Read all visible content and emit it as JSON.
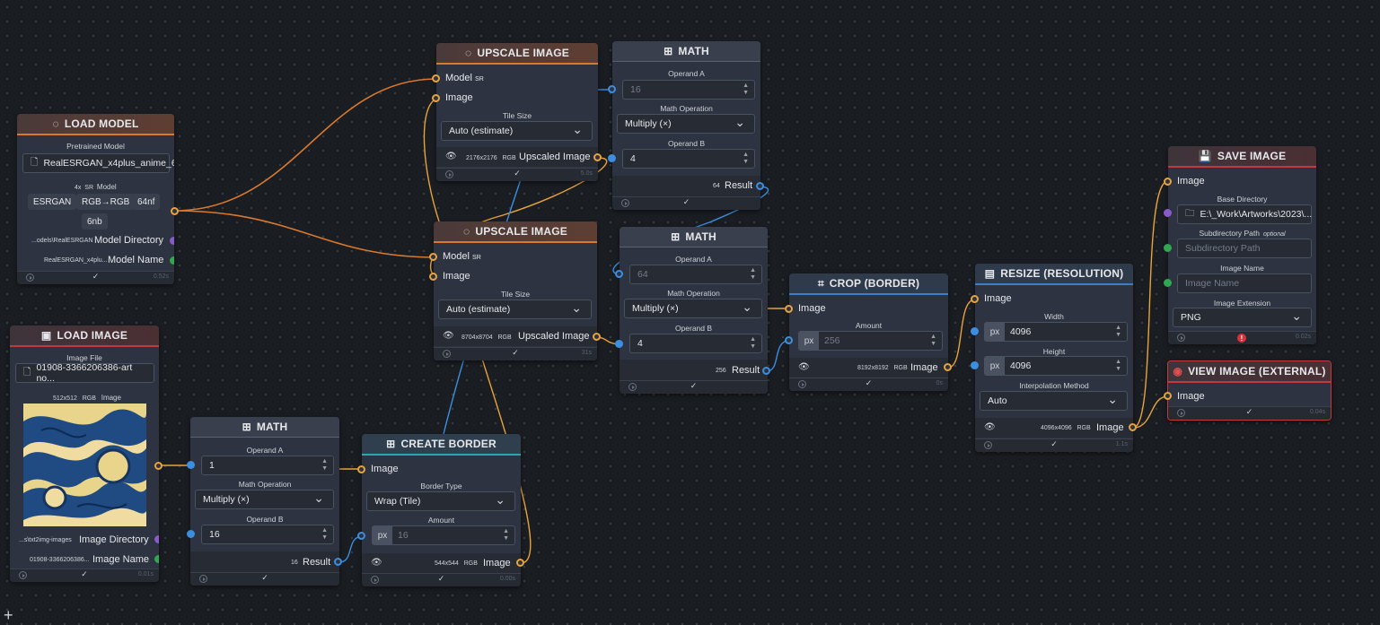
{
  "colors": {
    "accent_orange": "#d9792d",
    "accent_red": "#c03a3a",
    "accent_teal": "#2aa6b5",
    "accent_blue": "#3a7ec8",
    "edge_image": "#e8a33c",
    "edge_number": "#3c8ee0"
  },
  "load_model": {
    "title": "LOAD MODEL",
    "icon": "loading-icon",
    "pretrained_label": "Pretrained Model",
    "file": "RealESRGAN_x4plus_anime_6...",
    "scale": "4x",
    "sr": "SR",
    "model_word": "Model",
    "tag1": "ESRGAN",
    "tag2": "RGB→RGB",
    "tag3": "64nf",
    "tag4": "6nb",
    "dir_value": "...odels\\RealESRGAN",
    "dir_label": "Model Directory",
    "name_value": "RealESRGAN_x4plu...",
    "name_label": "Model Name",
    "time": "0.52s"
  },
  "load_image": {
    "title": "LOAD IMAGE",
    "file_label": "Image File",
    "file": "01908-3366206386-art no...",
    "size": "512x512",
    "mode": "RGB",
    "image_label": "Image",
    "dir_value": "...s\\txt2img-images",
    "dir_label": "Image Directory",
    "name_value": "01908-3366206386...",
    "name_label": "Image Name",
    "time": "0.01s"
  },
  "upscale1": {
    "title": "UPSCALE IMAGE",
    "model": "Model",
    "sr": "SR",
    "image": "Image",
    "tile_label": "Tile Size",
    "tile": "Auto (estimate)",
    "size": "2176x2176",
    "mode": "RGB",
    "out": "Upscaled Image",
    "time": "5.0s"
  },
  "upscale2": {
    "title": "UPSCALE IMAGE",
    "model": "Model",
    "sr": "SR",
    "image": "Image",
    "tile_label": "Tile Size",
    "tile": "Auto (estimate)",
    "size": "8704x8704",
    "mode": "RGB",
    "out": "Upscaled Image",
    "time": "31s"
  },
  "math1": {
    "title": "MATH",
    "a_label": "Operand A",
    "a": "16",
    "op_label": "Math Operation",
    "op": "Multiply (×)",
    "b_label": "Operand B",
    "b": "4",
    "res_val": "64",
    "res": "Result"
  },
  "math2": {
    "title": "MATH",
    "a_label": "Operand A",
    "a": "64",
    "op_label": "Math Operation",
    "op": "Multiply (×)",
    "b_label": "Operand B",
    "b": "4",
    "res_val": "256",
    "res": "Result"
  },
  "math3": {
    "title": "MATH",
    "a_label": "Operand A",
    "a": "1",
    "op_label": "Math Operation",
    "op": "Multiply (×)",
    "b_label": "Operand B",
    "b": "16",
    "res_val": "16",
    "res": "Result"
  },
  "create_border": {
    "title": "CREATE BORDER",
    "image": "Image",
    "type_label": "Border Type",
    "type": "Wrap (Tile)",
    "amount_label": "Amount",
    "unit": "px",
    "amount": "16",
    "size": "544x544",
    "mode": "RGB",
    "out": "Image",
    "time": "0.00s"
  },
  "crop_border": {
    "title": "CROP (BORDER)",
    "image": "Image",
    "amount_label": "Amount",
    "unit": "px",
    "amount": "256",
    "size": "8192x8192",
    "mode": "RGB",
    "out": "Image",
    "time": "0s"
  },
  "resize": {
    "title": "RESIZE (RESOLUTION)",
    "image": "Image",
    "w_label": "Width",
    "unit": "px",
    "w": "4096",
    "h_label": "Height",
    "h": "4096",
    "interp_label": "Interpolation Method",
    "interp": "Auto",
    "size": "4096x4096",
    "mode": "RGB",
    "out": "Image",
    "time": "1.1s"
  },
  "save_image": {
    "title": "SAVE IMAGE",
    "image": "Image",
    "base_label": "Base Directory",
    "base": "E:\\_Work\\Artworks\\2023\\...",
    "sub_label": "Subdirectory Path",
    "optional": "optional",
    "sub_placeholder": "Subdirectory Path",
    "name_label": "Image Name",
    "name_placeholder": "Image Name",
    "ext_label": "Image Extension",
    "ext": "PNG",
    "time": "0.02s"
  },
  "view_image": {
    "title": "VIEW IMAGE (EXTERNAL)",
    "image": "Image",
    "time": "0.04s"
  }
}
